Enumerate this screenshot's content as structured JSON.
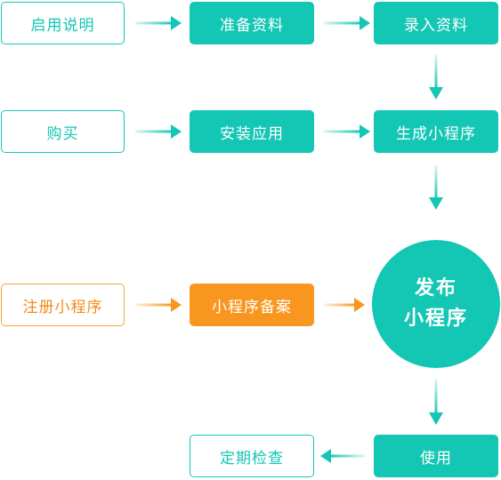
{
  "colors": {
    "teal": "#14c6b4",
    "orange": "#f8961f"
  },
  "nodes": {
    "enable_guide": "启用说明",
    "prepare_materials": "准备资料",
    "enter_materials": "录入资料",
    "purchase": "购买",
    "install_app": "安装应用",
    "generate_mini_program": "生成小程序",
    "register_mini_program": "注册小程序",
    "mini_program_filing": "小程序备案",
    "publish_line1": "发布",
    "publish_line2": "小程序",
    "use": "使用",
    "periodic_check": "定期检查"
  }
}
